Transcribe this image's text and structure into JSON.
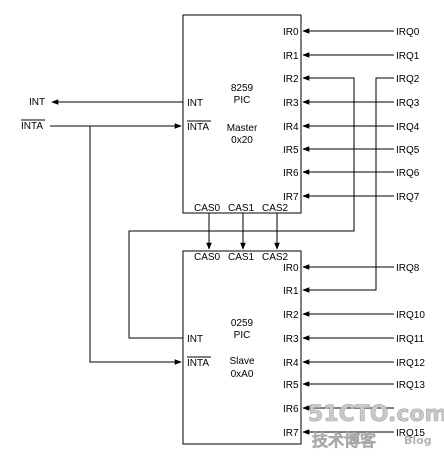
{
  "master": {
    "chip": "8259",
    "type": "PIC",
    "role": "Master",
    "addr": "0x20",
    "pins_ir": [
      "IR0",
      "IR1",
      "IR2",
      "IR3",
      "IR4",
      "IR5",
      "IR6",
      "IR7"
    ],
    "pin_int": "INT",
    "pin_inta": "INTA",
    "cas": [
      "CAS0",
      "CAS1",
      "CAS2"
    ]
  },
  "slave": {
    "chip": "0259",
    "type": "PIC",
    "role": "Slave",
    "addr": "0xA0",
    "pins_ir": [
      "IR0",
      "IR1",
      "IR2",
      "IR3",
      "IR4",
      "IR5",
      "IR6",
      "IR7"
    ],
    "pin_int": "INT",
    "pin_inta": "INTA",
    "cas": [
      "CAS0",
      "CAS1",
      "CAS2"
    ]
  },
  "master_irq": [
    "IRQ0",
    "IRQ1",
    "IRQ2",
    "IRQ3",
    "IRQ4",
    "IRQ5",
    "IRQ6",
    "IRQ7"
  ],
  "slave_irq": [
    "IRQ8",
    "",
    "IRQ10",
    "IRQ11",
    "IRQ12",
    "IRQ13",
    "",
    "IRQ15"
  ],
  "external": {
    "int": "INT",
    "inta": "INTA"
  },
  "watermark": {
    "site": "51CTO.com",
    "sub": "技术博客",
    "blog": "Blog"
  }
}
